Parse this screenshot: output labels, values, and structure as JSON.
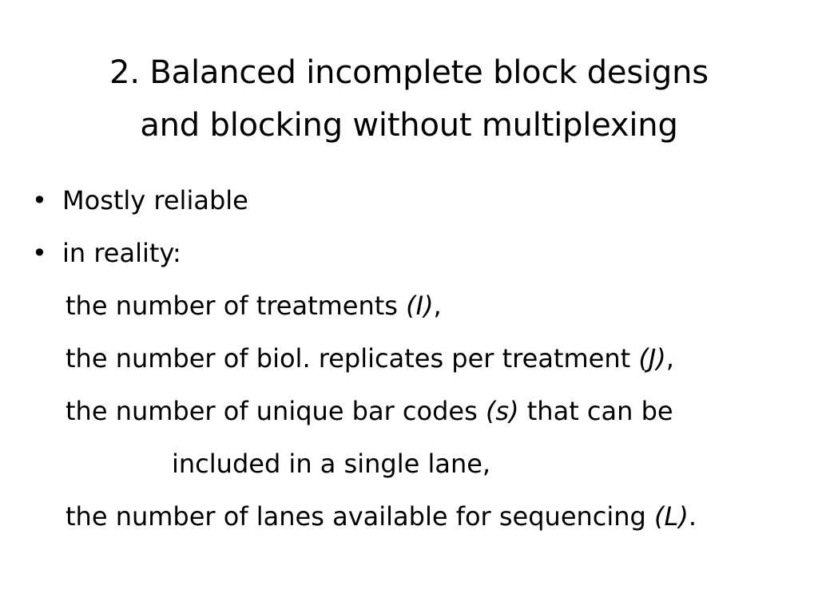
{
  "slide": {
    "title": {
      "line1": "2. Balanced incomplete block designs",
      "line2": "and blocking without multiplexing"
    },
    "bullets": [
      {
        "marker": "•",
        "text": "Mostly reliable"
      },
      {
        "marker": "•",
        "text": "in reality:"
      }
    ],
    "sub_lines": [
      {
        "pre": "the number of treatments ",
        "var": "(I)",
        "post": ","
      },
      {
        "pre": "the number of biol. replicates per treatment ",
        "var": "(J)",
        "post": ","
      },
      {
        "pre": "the number of unique bar codes ",
        "var": "(s)",
        "post": " that can be"
      },
      {
        "pre": "included in a single lane,",
        "var": "",
        "post": ""
      },
      {
        "pre": "the number of lanes available for sequencing ",
        "var": "(L)",
        "post": "."
      }
    ]
  }
}
